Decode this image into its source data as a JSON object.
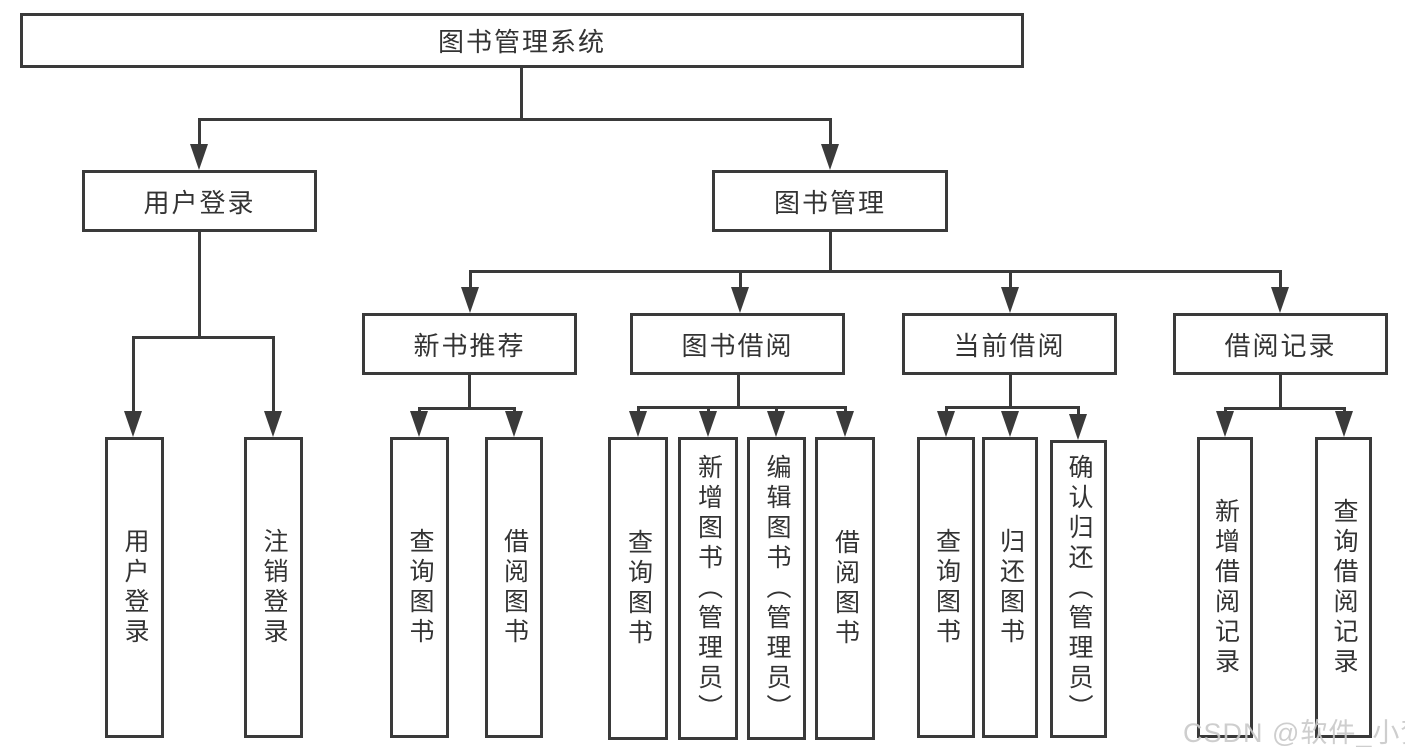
{
  "tree": {
    "root": {
      "label": "图书管理系统",
      "children": [
        {
          "label": "用户登录",
          "children": [
            {
              "label": "用户登录"
            },
            {
              "label": "注销登录"
            }
          ]
        },
        {
          "label": "图书管理",
          "children": [
            {
              "label": "新书推荐",
              "children": [
                {
                  "label": "查询图书"
                },
                {
                  "label": "借阅图书"
                }
              ]
            },
            {
              "label": "图书借阅",
              "children": [
                {
                  "label": "查询图书"
                },
                {
                  "label": "新增图书（管理员）"
                },
                {
                  "label": "编辑图书（管理员）"
                },
                {
                  "label": "借阅图书"
                }
              ]
            },
            {
              "label": "当前借阅",
              "children": [
                {
                  "label": "查询图书"
                },
                {
                  "label": "归还图书"
                },
                {
                  "label": "确认归还（管理员）"
                }
              ]
            },
            {
              "label": "借阅记录",
              "children": [
                {
                  "label": "新增借阅记录"
                },
                {
                  "label": "查询借阅记录"
                }
              ]
            }
          ]
        }
      ]
    }
  },
  "watermark": {
    "text": "CSDN @软件_小贺同学",
    "color": "#c9c9c9"
  },
  "colors": {
    "line": "#3a3a3a",
    "text": "#333333",
    "background": "#ffffff"
  }
}
